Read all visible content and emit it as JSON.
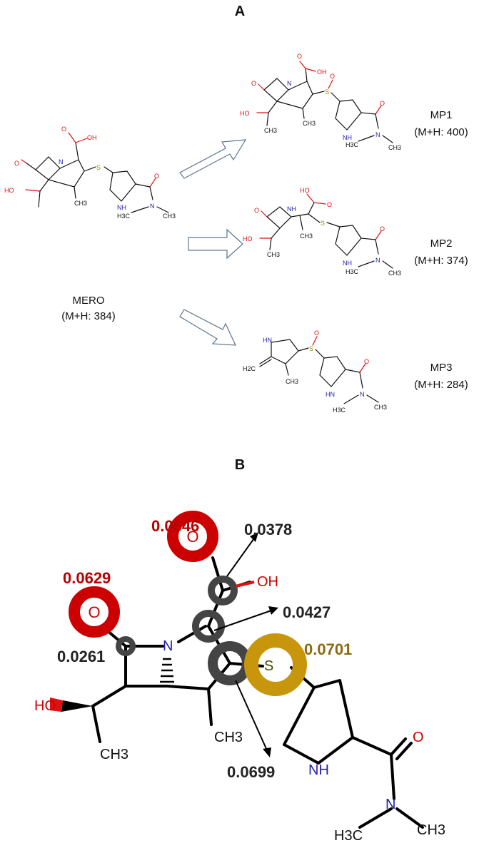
{
  "panels": {
    "a": "A",
    "b": "B"
  },
  "compounds": {
    "mero": {
      "name": "MERO",
      "mass": "(M+H: 384)"
    },
    "mp1": {
      "name": "MP1",
      "mass": "(M+H: 400)"
    },
    "mp2": {
      "name": "MP2",
      "mass": "(M+H: 374)"
    },
    "mp3": {
      "name": "MP3",
      "mass": "(M+H: 284)"
    }
  },
  "atoms": {
    "O": "O",
    "OH": "OH",
    "HO": "HO",
    "N": "N",
    "NH": "NH",
    "HN": "HN",
    "S": "S",
    "CH3": "CH3",
    "H3C": "H3C",
    "H2C": "H2C"
  },
  "values": {
    "v0646": "0.0646",
    "v0378": "0.0378",
    "v0629": "0.0629",
    "v0427": "0.0427",
    "v0261": "0.0261",
    "v0701": "0.0701",
    "v0699": "0.0699"
  },
  "colors": {
    "oxygen": "#cc0000",
    "sulfur": "#c8960c",
    "carbon_marker": "#444444",
    "nitrogen": "#2222aa",
    "value_red": "#b80000",
    "value_gold": "#8a6a10",
    "value_dark": "#222222"
  }
}
